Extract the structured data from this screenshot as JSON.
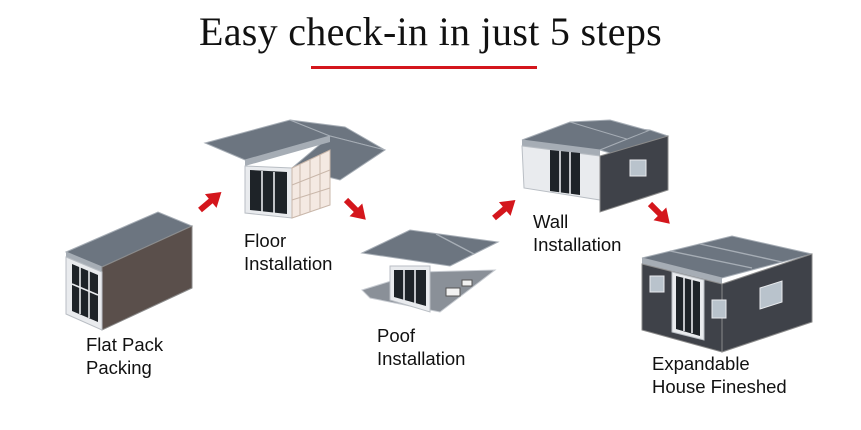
{
  "title": "Easy check-in in just 5 steps",
  "colors": {
    "accent": "#d4161c",
    "roof": "#6c7580",
    "roof_edge": "#a6adb5",
    "wall_dark": "#3f4249",
    "wall_brown": "#5a4f4b",
    "frame_white": "#e9ebee",
    "glass": "#1e2328"
  },
  "steps": [
    {
      "line1": "Flat Pack",
      "line2": "Packing"
    },
    {
      "line1": "Floor",
      "line2": "Installation"
    },
    {
      "line1": "Poof",
      "line2": "Installation"
    },
    {
      "line1": "Wall",
      "line2": "Installation"
    },
    {
      "line1": "Expandable",
      "line2": "House Fineshed"
    }
  ],
  "arrow_icon": "red-arrow-icon"
}
